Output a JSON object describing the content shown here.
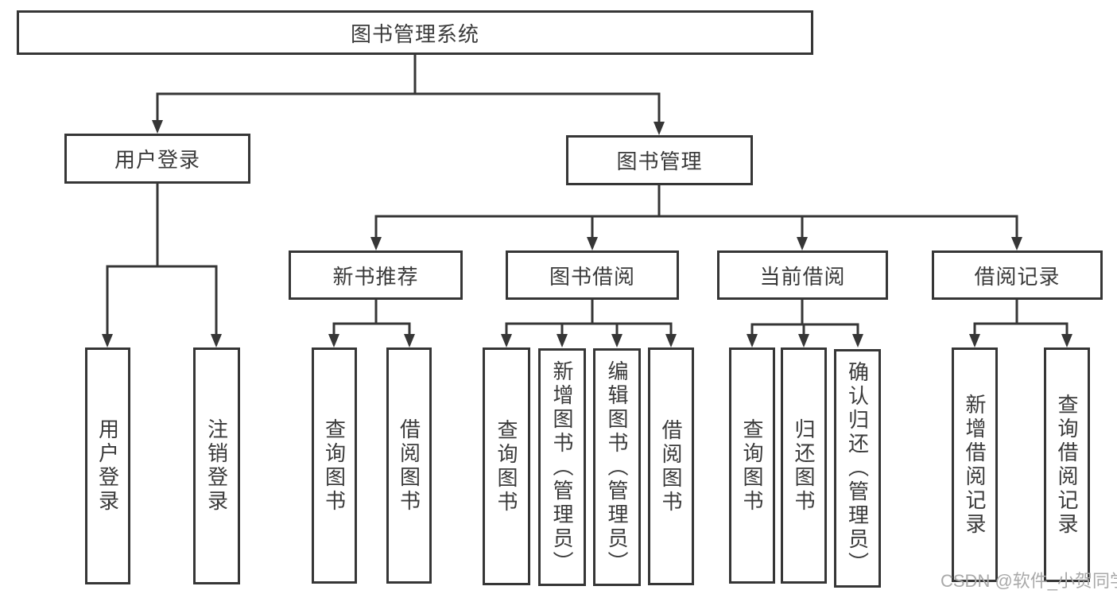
{
  "diagram": {
    "type": "tree",
    "title": "图书管理系统",
    "colors": {
      "line": "#363636",
      "text": "#3a3a3a",
      "watermark": "#a9a9a9",
      "background": "#ffffff"
    },
    "nodes": {
      "root": {
        "label": "图书管理系统"
      },
      "user_login": {
        "label": "用户登录"
      },
      "book_mgmt": {
        "label": "图书管理"
      },
      "new_book_rec": {
        "label": "新书推荐"
      },
      "book_borrow": {
        "label": "图书借阅"
      },
      "current_borrow": {
        "label": "当前借阅"
      },
      "borrow_record": {
        "label": "借阅记录"
      },
      "leaf_user_login": {
        "label": "用户登录"
      },
      "leaf_logout": {
        "label": "注销登录"
      },
      "leaf_query_book_rec": {
        "label": "查询图书"
      },
      "leaf_borrow_book_rec": {
        "label": "借阅图书"
      },
      "leaf_query_book_borrow": {
        "label": "查询图书"
      },
      "leaf_add_book": {
        "label": "新增图书（管理员）"
      },
      "leaf_edit_book": {
        "label": "编辑图书（管理员）"
      },
      "leaf_borrow_book": {
        "label": "借阅图书"
      },
      "leaf_query_current": {
        "label": "查询图书"
      },
      "leaf_return_book": {
        "label": "归还图书"
      },
      "leaf_confirm_return": {
        "label": "确认归还（管理员）"
      },
      "leaf_add_record": {
        "label": "新增借阅记录"
      },
      "leaf_query_record": {
        "label": "查询借阅记录"
      }
    },
    "hierarchy": {
      "图书管理系统": {
        "用户登录": [
          "用户登录",
          "注销登录"
        ],
        "图书管理": {
          "新书推荐": [
            "查询图书",
            "借阅图书"
          ],
          "图书借阅": [
            "查询图书",
            "新增图书（管理员）",
            "编辑图书（管理员）",
            "借阅图书"
          ],
          "当前借阅": [
            "查询图书",
            "归还图书",
            "确认归还（管理员）"
          ],
          "借阅记录": [
            "新增借阅记录",
            "查询借阅记录"
          ]
        }
      }
    },
    "watermark": "CSDN @软件_小贺同学"
  }
}
